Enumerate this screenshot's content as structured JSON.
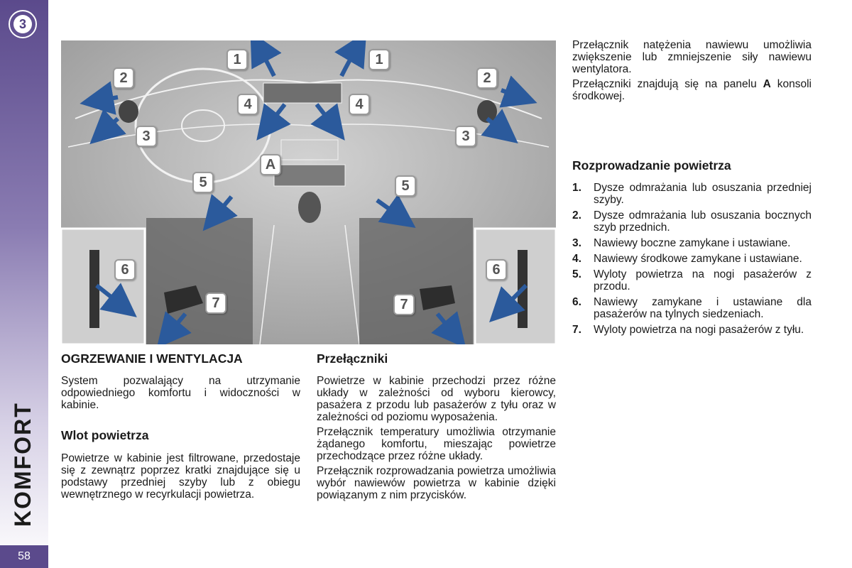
{
  "sidebar": {
    "chapter_number": "3",
    "section_title": "KOMFORT",
    "page_number": "58"
  },
  "figure": {
    "callouts": [
      "1",
      "1",
      "2",
      "2",
      "3",
      "3",
      "4",
      "4",
      "A",
      "5",
      "5",
      "6",
      "6",
      "7",
      "7"
    ]
  },
  "left_column": {
    "heading": "OGRZEWANIE I WENTYLACJA",
    "intro": "System pozwalający na utrzymanie odpowiedniego komfortu i widoczności w kabinie.",
    "air_inlet_title": "Wlot powietrza",
    "air_inlet_text": "Powietrze w kabinie jest filtrowane, przedostaje się z zewnątrz poprzez kratki znajdujące się u podstawy przedniej szyby lub z obiegu wewnętrznego w recyrkulacji powietrza."
  },
  "middle_column": {
    "title": "Przełączniki",
    "p1": "Powietrze w kabinie przechodzi przez różne układy w zależności od wyboru kierowcy, pasażera z przodu lub pasażerów z tyłu oraz w zależności od poziomu wyposażenia.",
    "p2": "Przełącznik temperatury umożliwia otrzymanie żądanego komfortu, mieszając powietrze przechodzące przez różne układy.",
    "p3": "Przełącznik rozprowadzania powietrza umożliwia wybór nawiewów powietrza w kabinie dzięki powiązanym z nim przycisków."
  },
  "right_column": {
    "p1": "Przełącznik natężenia nawiewu umożliwia zwiększenie lub zmniejszenie siły nawiewu wentylatora.",
    "p2_before": "Przełączniki znajdują się na panelu ",
    "p2_bold": "A",
    "p2_after": " konsoli środkowej.",
    "distribution_title": "Rozprowadzanie powietrza",
    "items": [
      {
        "num": "1.",
        "text": "Dysze odmrażania lub osuszania przedniej szyby."
      },
      {
        "num": "2.",
        "text": "Dysze odmrażania lub osuszania bocznych szyb przednich."
      },
      {
        "num": "3.",
        "text": "Nawiewy boczne zamykane i ustawiane."
      },
      {
        "num": "4.",
        "text": "Nawiewy środkowe zamykane i ustawiane."
      },
      {
        "num": "5.",
        "text": "Wyloty powietrza na nogi pasażerów z przodu."
      },
      {
        "num": "6.",
        "text": "Nawiewy zamykane i ustawiane dla pasażerów na tylnych siedzeniach."
      },
      {
        "num": "7.",
        "text": "Wyloty powietrza na nogi pasażerów z tyłu."
      }
    ]
  },
  "colors": {
    "sidebar_accent": "#5b4a8c",
    "arrow_blue": "#2b5a9c",
    "figure_bg": "#bdbdbd"
  }
}
